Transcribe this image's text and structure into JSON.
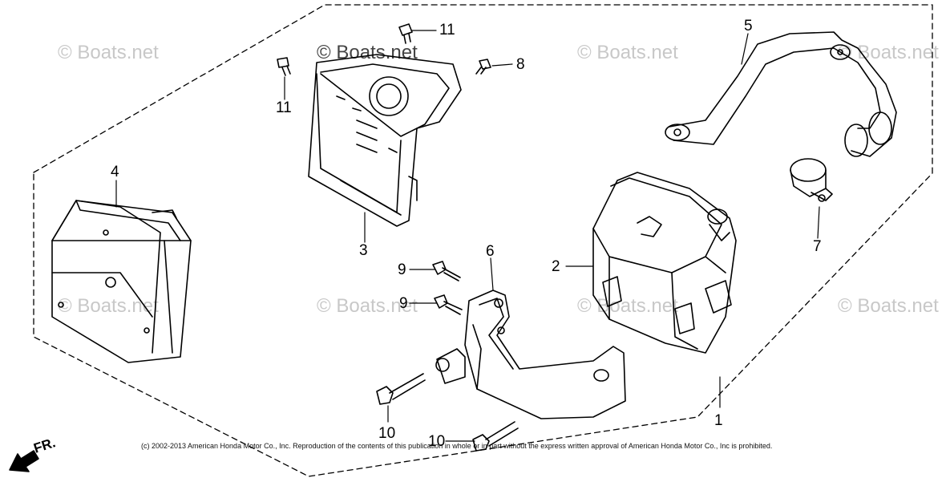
{
  "watermark_text": "© Boats.net",
  "watermarks": [
    "© Boats.net",
    "© Boats.net",
    "© Boats.net",
    "© Boats.net",
    "© Boats.net",
    "© Boats.net",
    "© Boats.net",
    "© Boats.net"
  ],
  "copyright": "(c) 2002-2013 American Honda Motor Co., Inc. Reproduction of the contents of this publication in whole or in part without the express written approval of American Honda Motor Co., Inc is prohibited.",
  "direction_label": "FR.",
  "callouts": {
    "muffler": "1",
    "muffler_body": "2",
    "muffler_protector": "3",
    "muffler_cover": "4",
    "exhaust_pipe": "5",
    "muffler_stay": "6",
    "pipe_clamp": "7",
    "screw_8": "8",
    "bolt_9_a": "9",
    "bolt_9_b": "9",
    "bolt_10_a": "10",
    "bolt_10_b": "10",
    "screw_11_a": "11",
    "screw_11_b": "11"
  }
}
